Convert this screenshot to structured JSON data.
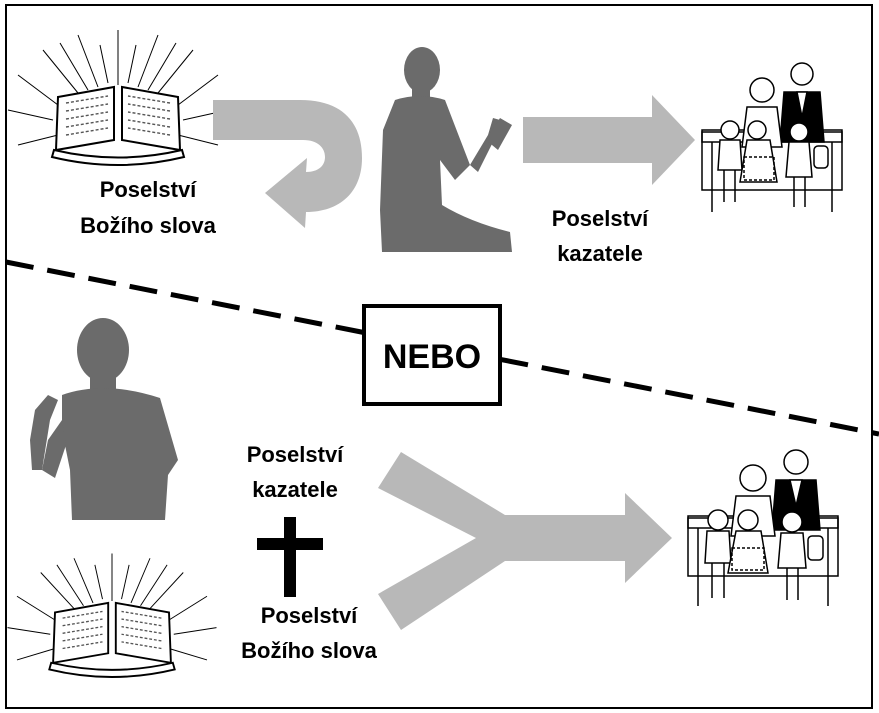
{
  "top": {
    "bible_label_line1": "Poselství",
    "bible_label_line2": "Božího slova",
    "preacher_label_line1": "Poselství",
    "preacher_label_line2": "kazatele"
  },
  "divider": {
    "label": "NEBO"
  },
  "bottom": {
    "preacher_label_line1": "Poselství",
    "preacher_label_line2": "kazatele",
    "plus_symbol": "+",
    "bible_label_line1": "Poselství",
    "bible_label_line2": "Božího slova"
  },
  "colors": {
    "arrow": "#b8b8b8",
    "silhouette": "#6b6b6b",
    "ink": "#000000",
    "background": "#ffffff"
  }
}
